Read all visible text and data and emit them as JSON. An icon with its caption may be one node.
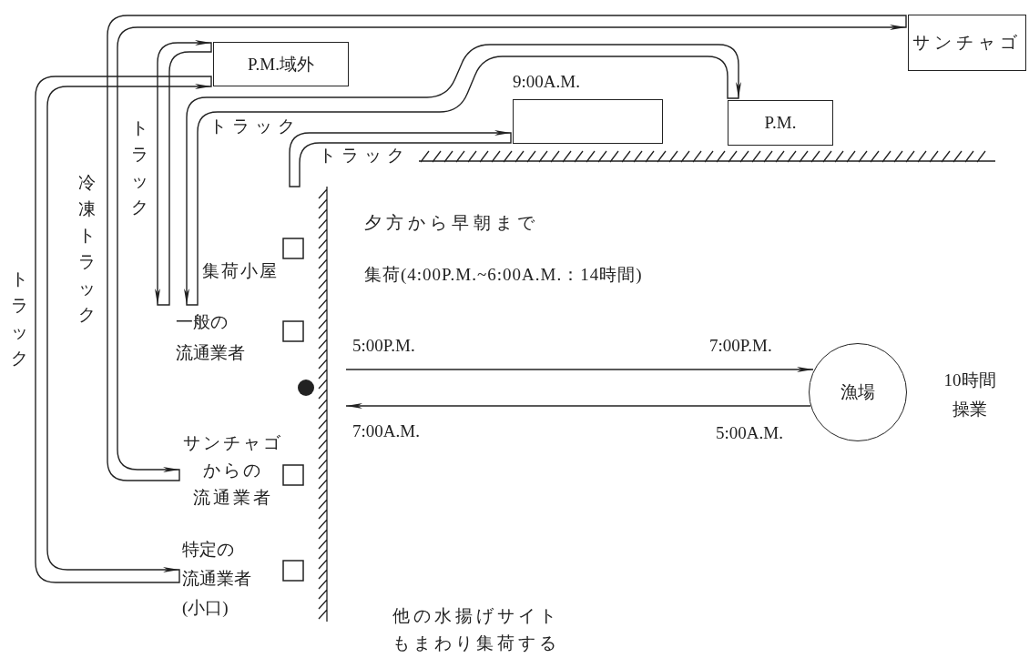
{
  "diagram": {
    "nodes": [
      {
        "text": [
          "P.M.域外"
        ]
      },
      {
        "text": [
          "サンチャゴ"
        ]
      },
      {
        "text": [],
        "shape": "box",
        "beside": [
          "9:00A.M."
        ]
      },
      {
        "text": [
          "P.M."
        ]
      },
      {
        "text": [
          "一般の流通業者"
        ]
      },
      {
        "text": [
          "サンチャゴからの流通業者"
        ]
      },
      {
        "text": [
          "特定の流通業者(小口)"
        ]
      },
      {
        "text": [
          "漁場"
        ],
        "beside": [
          "10時間操業"
        ]
      }
    ],
    "edges": [
      {
        "from": 6,
        "to": 0,
        "arrow": "both",
        "label": "トラック"
      },
      {
        "from": 5,
        "to": 1,
        "arrow": "both",
        "label": "冷凍トラック"
      },
      {
        "from": 4,
        "to": 0,
        "arrow": "both",
        "label": "トラック"
      },
      {
        "from": 4,
        "to": 3,
        "arrow": "both",
        "label": "トラック"
      },
      {
        "from": null,
        "to": 2,
        "arrow": "to",
        "label": "トラック"
      },
      {
        "from": null,
        "to": 7,
        "arrow": "to"
      },
      {
        "from": 7,
        "to": null,
        "arrow": "to"
      }
    ],
    "labels": [
      "集荷小屋",
      "夕方から早朝まで",
      "集荷(4:00P.M.~6:00A.M.：14時間)",
      "5:00P.M.",
      "7:00P.M.",
      "7:00A.M.",
      "5:00A.M.",
      "他の水揚げサイトもまわり集荷する"
    ]
  }
}
